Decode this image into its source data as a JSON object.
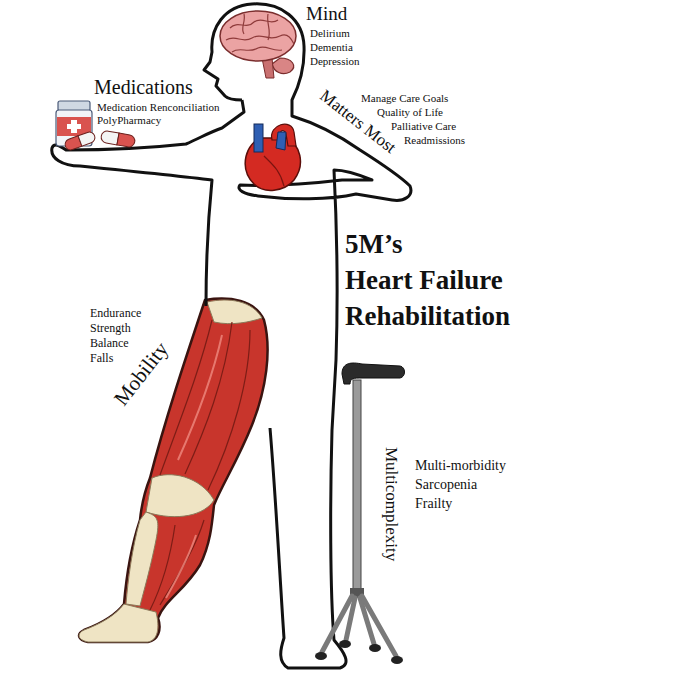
{
  "diagram": {
    "title": "5M’s Heart Failure Rehabilitation",
    "labels": [
      "Mind",
      "Delirium",
      "Dementia",
      "Depression",
      "Medications",
      "Medication Renconciliation",
      "PolyPharmacy",
      "Matters Most",
      "Manage Care Goals",
      "Quality of Life",
      "Palliative Care",
      "Readmissions",
      "Mobility",
      "Endurance",
      "Strength",
      "Balance",
      "Falls",
      "Multicomplexity",
      "Multi-morbidity",
      "Sarcopenia",
      "Frailty"
    ]
  }
}
